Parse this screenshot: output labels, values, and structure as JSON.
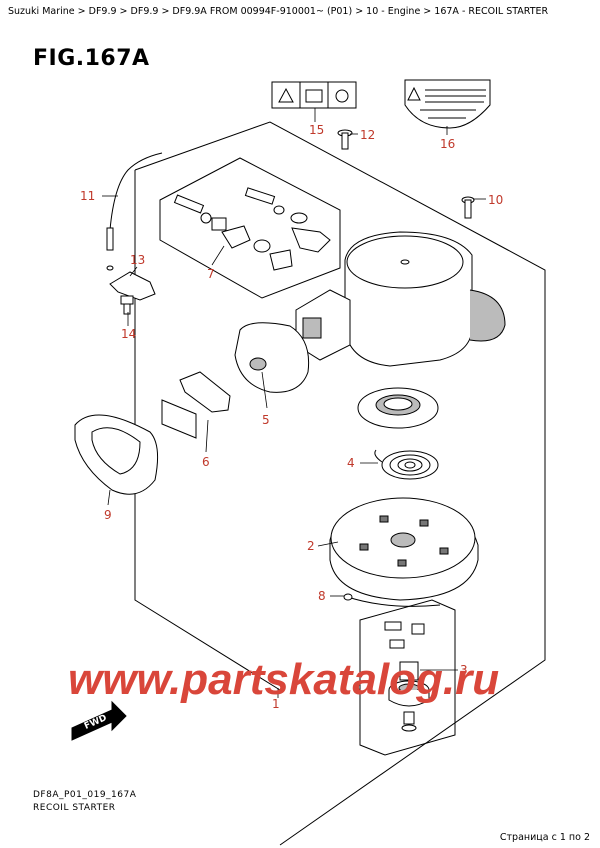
{
  "breadcrumb": "Suzuki Marine > DF9.9 > DF9.9 > DF9.9A FROM 00994F-910001~  (P01) > 10 - Engine > 167A - RECOIL STARTER",
  "figure_title": "FIG.167A",
  "callouts": {
    "c1": "1",
    "c2": "2",
    "c3": "3",
    "c4": "4",
    "c5": "5",
    "c6": "6",
    "c7": "7",
    "c8": "8",
    "c9": "9",
    "c10": "10",
    "c11": "11",
    "c12": "12",
    "c13": "13",
    "c14": "14",
    "c15": "15",
    "c16": "16"
  },
  "watermark": "www.partskatalog.ru",
  "forward_badge": "FWD",
  "footer": {
    "drawing_code": "DF8A_P01_019_167A",
    "drawing_name": "RECOIL STARTER",
    "page_counter": "Страница с 1 по 2"
  },
  "colors": {
    "callout": "#c0392b",
    "watermark": "#d9463a"
  }
}
